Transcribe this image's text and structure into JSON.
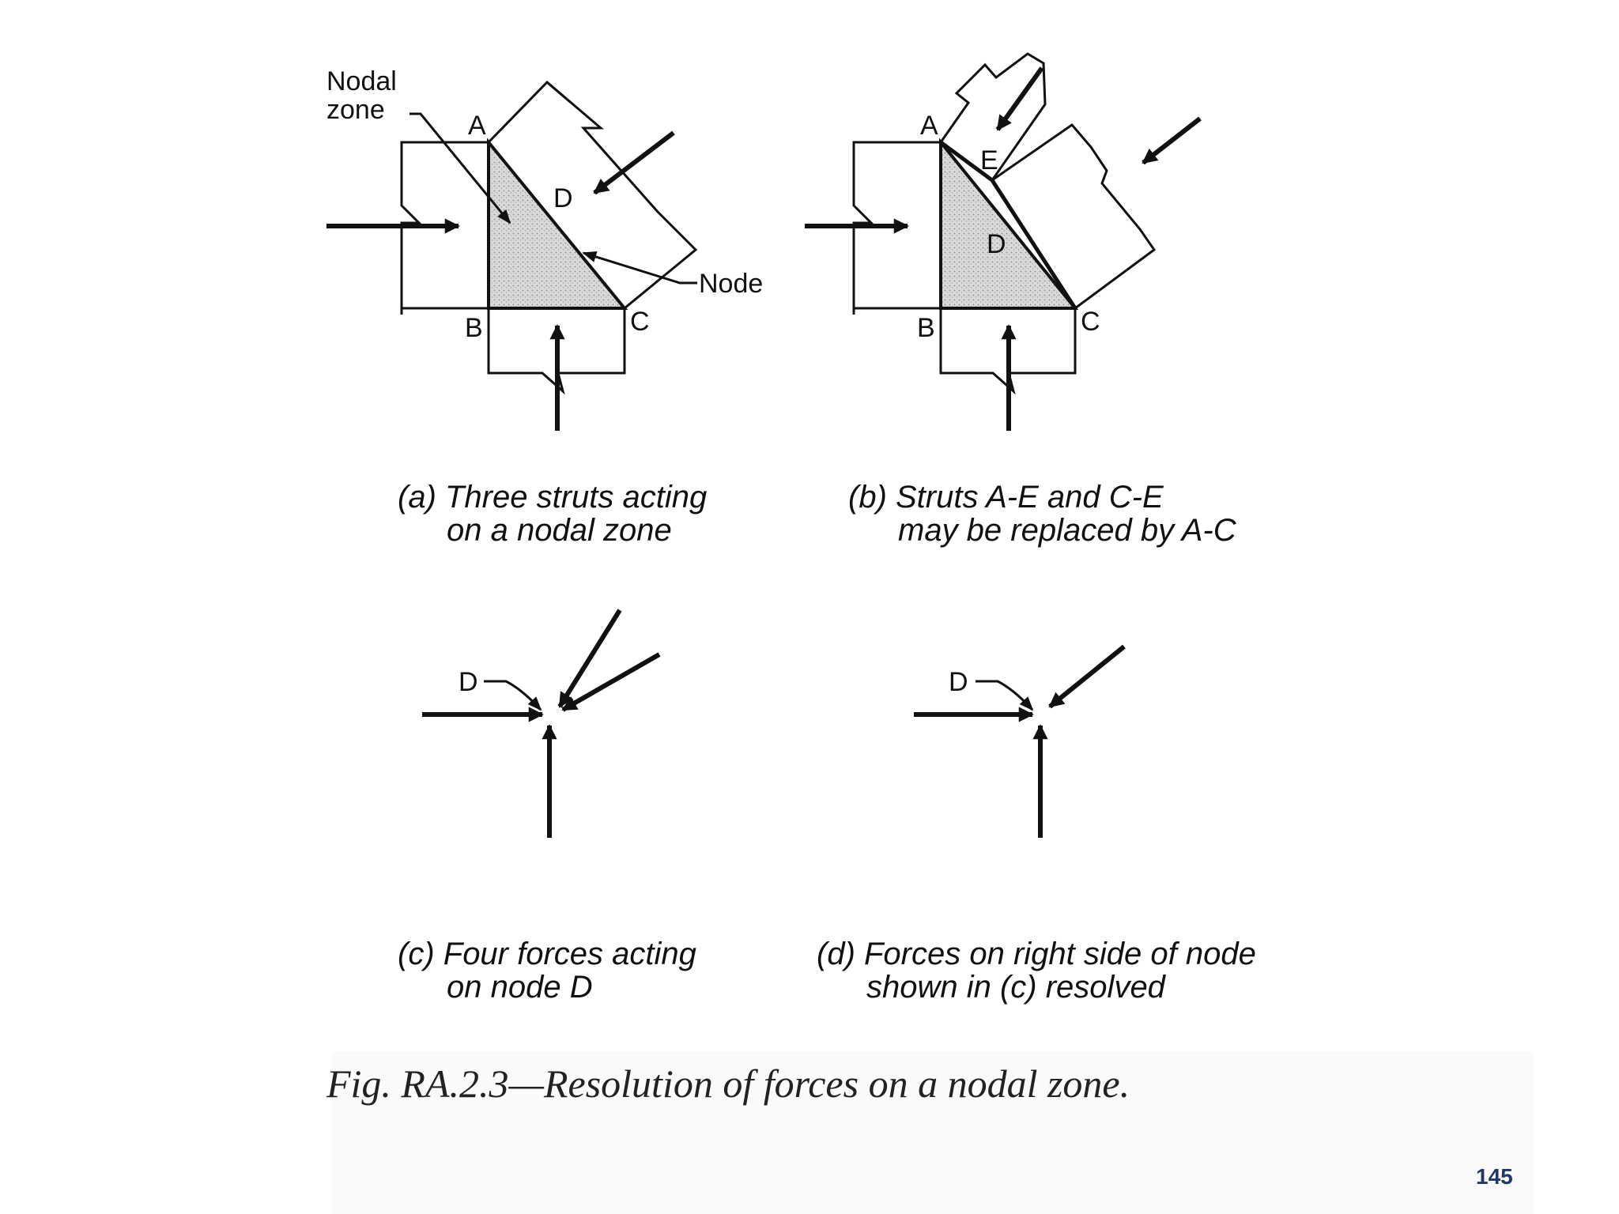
{
  "panel_a": {
    "nodal_zone_label_1": "Nodal",
    "nodal_zone_label_2": "zone",
    "point_a": "A",
    "point_b": "B",
    "point_c": "C",
    "point_d": "D",
    "node_label": "Node",
    "caption_line1": "(a) Three struts acting",
    "caption_line2": "on a nodal zone"
  },
  "panel_b": {
    "point_a": "A",
    "point_b": "B",
    "point_c": "C",
    "point_d": "D",
    "point_e": "E",
    "caption_line1": "(b) Struts A-E and C-E",
    "caption_line2": "may be replaced by A-C"
  },
  "panel_c": {
    "point_d": "D",
    "caption_line1": "(c) Four forces acting",
    "caption_line2": "on node D"
  },
  "panel_d": {
    "point_d": "D",
    "caption_line1": "(d) Forces on right side of node",
    "caption_line2": "shown in (c) resolved"
  },
  "figure_caption": "Fig. RA.2.3—Resolution of forces on a nodal zone.",
  "page_number": "145"
}
